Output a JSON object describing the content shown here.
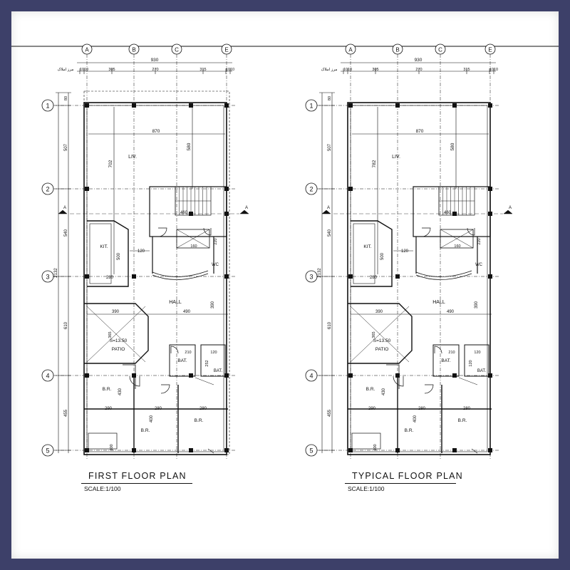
{
  "colors": {
    "frame": "#3d4069",
    "paper": "#ffffff",
    "ink": "#111111"
  },
  "plans": [
    {
      "title": "FIRST  FLOOR  PLAN",
      "scale": "SCALE:1/100",
      "col_letters": [
        "A",
        "B",
        "C",
        "E"
      ],
      "row_numbers": [
        "1",
        "2",
        "3",
        "4",
        "5"
      ],
      "top_dims": [
        "10",
        "10",
        "305",
        "270",
        "315",
        "10",
        "10"
      ],
      "top_total": "930",
      "arabic_label": "مرز املاک",
      "left_dims": [
        "507",
        "540",
        "610",
        "455"
      ],
      "left_total": "2132",
      "left_top_dim": "80",
      "section_label": "A",
      "rooms": {
        "liv": "LIV.",
        "kit": "KIT.",
        "hall": "HALL",
        "wc": "WC",
        "patio": "PATIO",
        "bat": "BAT.",
        "bat2": "BAT.",
        "br1": "B.R.",
        "br2": "B.R.",
        "br3": "B.R."
      },
      "dims": {
        "d870": "870",
        "d702": "702",
        "d580": "580",
        "d460": "460",
        "d500": "500",
        "d120": "120",
        "d280": "280",
        "d390": "390",
        "d490": "490",
        "d390b": "390",
        "d210": "210",
        "d120b": "120",
        "d252": "252",
        "d430": "430",
        "d290": "290",
        "d280b": "280",
        "d280c": "280",
        "d400": "400",
        "d100": "100",
        "d220": "220",
        "d160": "160",
        "d365": "365",
        "elev": "S=13.50"
      }
    },
    {
      "title": "TYPICAL  FLOOR  PLAN",
      "scale": "SCALE:1/100",
      "col_letters": [
        "A",
        "B",
        "C",
        "E"
      ],
      "row_numbers": [
        "1",
        "2",
        "3",
        "4",
        "5"
      ],
      "top_dims": [
        "10",
        "10",
        "305",
        "270",
        "315",
        "10",
        "10"
      ],
      "top_total": "930",
      "arabic_label": "مرز املاک",
      "left_dims": [
        "507",
        "540",
        "610",
        "455"
      ],
      "left_total": "2132",
      "left_top_dim": "80",
      "section_label": "A",
      "rooms": {
        "liv": "LIV.",
        "kit": "KIT.",
        "hall": "HALL",
        "wc": "WC",
        "patio": "PATIO",
        "bat": "BAT.",
        "bat2": "BAT.",
        "br1": "B.R.",
        "br2": "B.R.",
        "br3": "B.R."
      },
      "dims": {
        "d870": "870",
        "d702": "782",
        "d580": "580",
        "d460": "460",
        "d500": "500",
        "d120": "120",
        "d280": "280",
        "d390": "390",
        "d490": "490",
        "d390b": "390",
        "d210": "210",
        "d120b": "120",
        "d252": "120",
        "d430": "430",
        "d290": "290",
        "d280b": "280",
        "d280c": "280",
        "d400": "400",
        "d100": "100",
        "d220": "220",
        "d160": "160",
        "d365": "365",
        "elev": "S=13.50"
      }
    }
  ]
}
